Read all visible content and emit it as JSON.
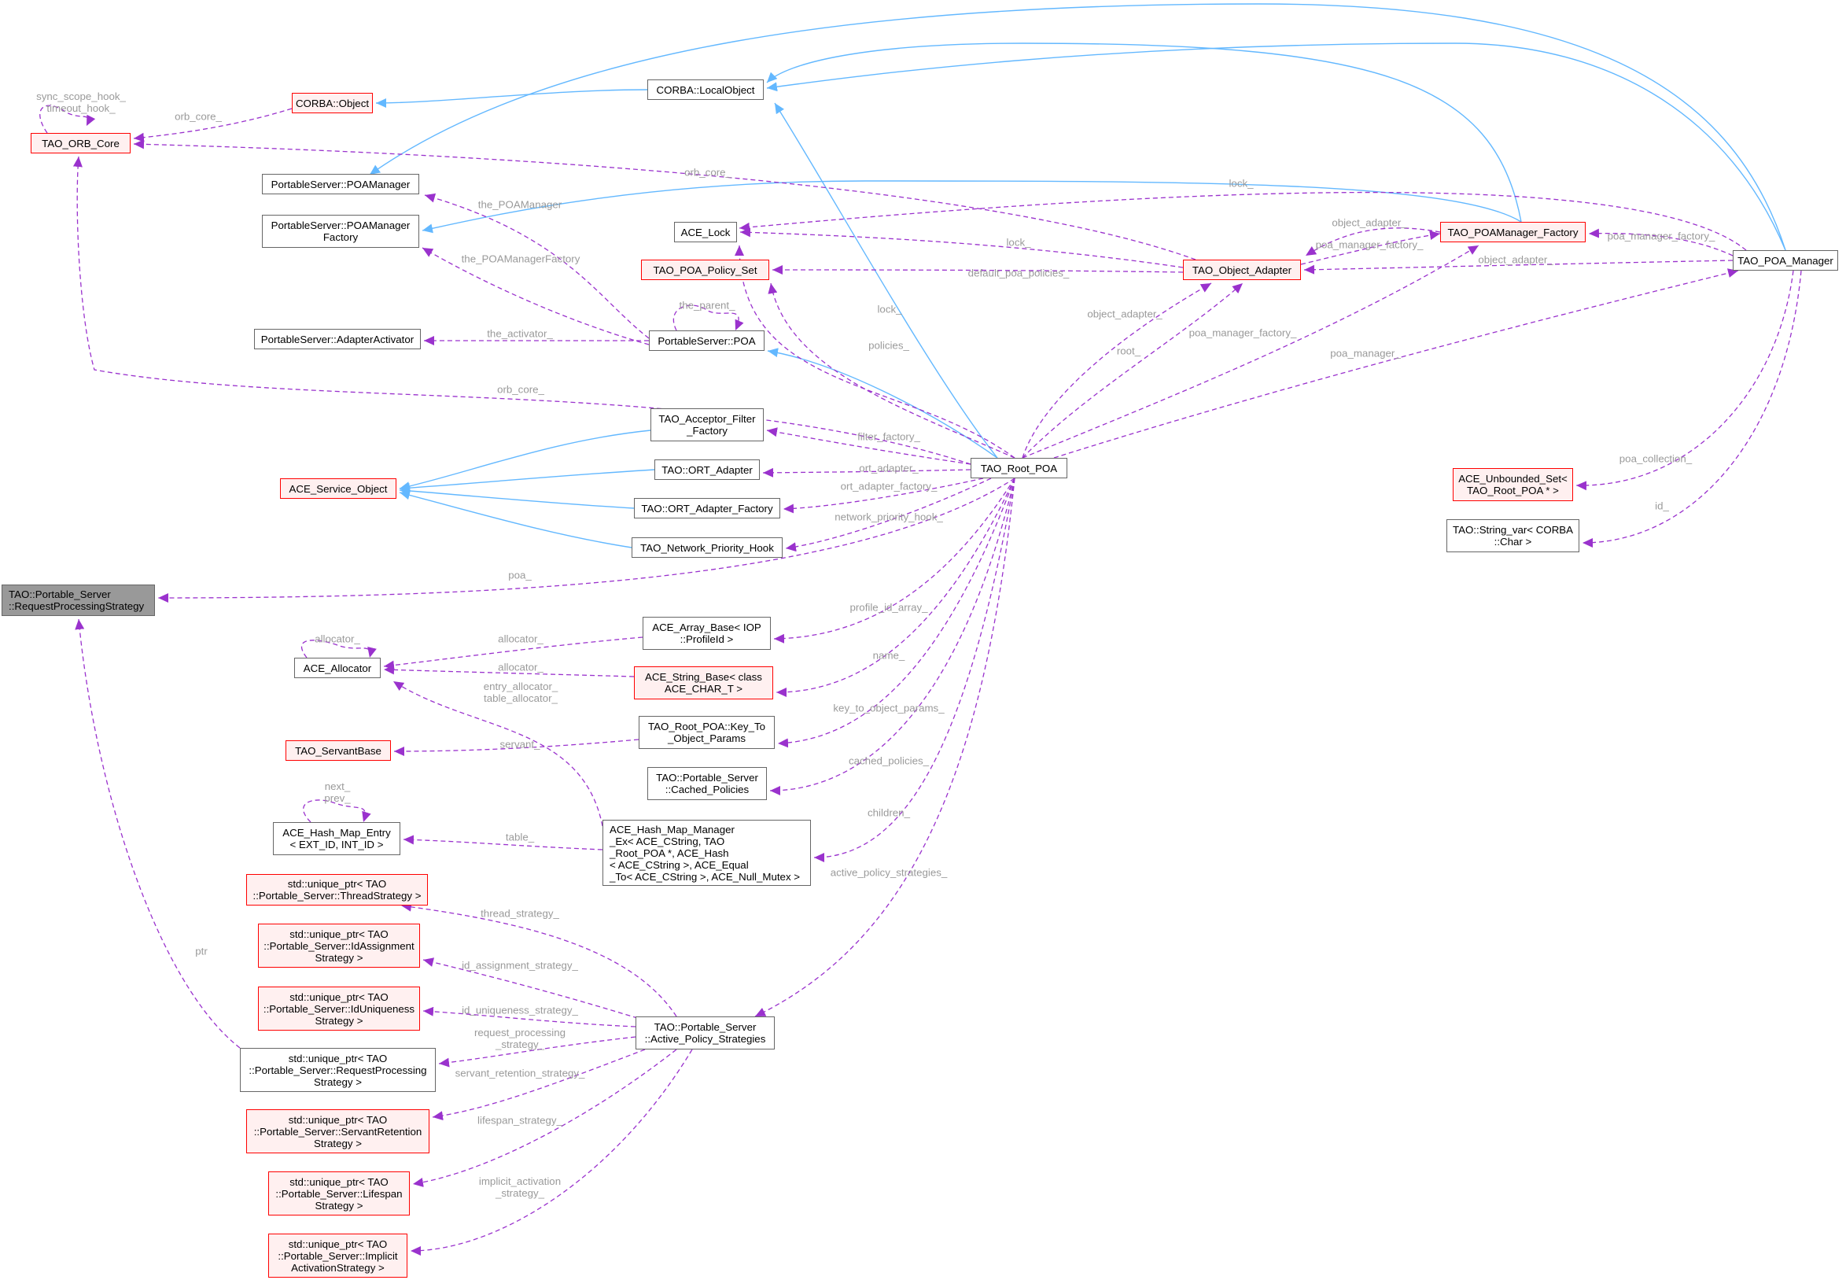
{
  "diagram": {
    "colors": {
      "inheritance_edge": "#63b8ff",
      "usage_edge": "#9a32cd",
      "node_border": "#666666",
      "node_border_incomplete": "#ff0000",
      "node_fill_incomplete": "#fff0f0",
      "node_fill_focus": "#999999",
      "edge_label": "#9a9a9a"
    },
    "nodes": {
      "rps": {
        "text": "TAO::Portable_Server\n::RequestProcessingStrategy",
        "style": "gray"
      },
      "orb": {
        "text": "TAO_ORB_Core",
        "style": "red"
      },
      "cobj": {
        "text": "CORBA::Object",
        "style": "red"
      },
      "lobj": {
        "text": "CORBA::LocalObject",
        "style": "normal"
      },
      "poam": {
        "text": "PortableServer::POAManager",
        "style": "normal"
      },
      "poamf": {
        "text": "PortableServer::POAManager\nFactory",
        "style": "normal"
      },
      "aact": {
        "text": "PortableServer::AdapterActivator",
        "style": "normal"
      },
      "acelock": {
        "text": "ACE_Lock",
        "style": "normal"
      },
      "pps": {
        "text": "TAO_POA_Policy_Set",
        "style": "red"
      },
      "poa": {
        "text": "PortableServer::POA",
        "style": "normal"
      },
      "taf": {
        "text": "TAO_Acceptor_Filter\n_Factory",
        "style": "normal"
      },
      "aso": {
        "text": "ACE_Service_Object",
        "style": "red"
      },
      "orta": {
        "text": "TAO::ORT_Adapter",
        "style": "normal"
      },
      "ortaf": {
        "text": "TAO::ORT_Adapter_Factory",
        "style": "normal"
      },
      "nph": {
        "text": "TAO_Network_Priority_Hook",
        "style": "normal"
      },
      "rootpoa": {
        "text": "TAO_Root_POA",
        "style": "normal"
      },
      "objad": {
        "text": "TAO_Object_Adapter",
        "style": "red"
      },
      "tpmf": {
        "text": "TAO_POAManager_Factory",
        "style": "red"
      },
      "tpm": {
        "text": "TAO_POA_Manager",
        "style": "normal"
      },
      "aus": {
        "text": "ACE_Unbounded_Set<\nTAO_Root_POA * >",
        "style": "red"
      },
      "strvar": {
        "text": "TAO::String_var< CORBA\n::Char >",
        "style": "normal"
      },
      "arrb": {
        "text": "ACE_Array_Base< IOP\n::ProfileId >",
        "style": "normal"
      },
      "alloc": {
        "text": "ACE_Allocator",
        "style": "normal"
      },
      "strb": {
        "text": "ACE_String_Base< class\nACE_CHAR_T >",
        "style": "red"
      },
      "ktop": {
        "text": "TAO_Root_POA::Key_To\n_Object_Params",
        "style": "normal"
      },
      "sbase": {
        "text": "TAO_ServantBase",
        "style": "red"
      },
      "cachedp": {
        "text": "TAO::Portable_Server\n::Cached_Policies",
        "style": "normal"
      },
      "hme": {
        "text": "ACE_Hash_Map_Entry\n< EXT_ID, INT_ID >",
        "style": "normal"
      },
      "hmm": {
        "text": "ACE_Hash_Map_Manager\n_Ex< ACE_CString, TAO\n_Root_POA *, ACE_Hash\n< ACE_CString >, ACE_Equal\n_To< ACE_CString >, ACE_Null_Mutex >",
        "style": "normal"
      },
      "upts": {
        "text": "std::unique_ptr< TAO\n::Portable_Server::ThreadStrategy >",
        "style": "red"
      },
      "upida": {
        "text": "std::unique_ptr< TAO\n::Portable_Server::IdAssignment\nStrategy >",
        "style": "red"
      },
      "upidu": {
        "text": "std::unique_ptr< TAO\n::Portable_Server::IdUniqueness\nStrategy >",
        "style": "red"
      },
      "uprp": {
        "text": "std::unique_ptr< TAO\n::Portable_Server::RequestProcessing\nStrategy >",
        "style": "normal"
      },
      "apst": {
        "text": "TAO::Portable_Server\n::Active_Policy_Strategies",
        "style": "normal"
      },
      "upsr": {
        "text": "std::unique_ptr< TAO\n::Portable_Server::ServantRetention\nStrategy >",
        "style": "red"
      },
      "upls": {
        "text": "std::unique_ptr< TAO\n::Portable_Server::Lifespan\nStrategy >",
        "style": "red"
      },
      "upia": {
        "text": "std::unique_ptr< TAO\n::Portable_Server::Implicit\nActivationStrategy >",
        "style": "red"
      }
    },
    "edge_labels": [
      "sync_scope_hook_\ntimeout_hook_",
      "orb_core_",
      "orb_core_",
      "lock_",
      "the_POAManager",
      "object_adapter_",
      "poa_manager_factory_",
      "the_POAManagerFactory",
      "lock_",
      "default_poa_policies_",
      "object_adapter_",
      "poa_manager_factory_",
      "the_parent_",
      "lock_",
      "object_adapter_",
      "the_activator_",
      "policies_",
      "root_",
      "poa_manager_factory_",
      "poa_manager_",
      "orb_core_",
      "filter_factory_",
      "ort_adapter_",
      "ort_adapter_factory_",
      "network_priority_hook_",
      "poa_collection_",
      "id_",
      "poa_",
      "profile_id_array_",
      "allocator_",
      "allocator_",
      "allocator_",
      "entry_allocator_\ntable_allocator_",
      "name_",
      "servant_",
      "key_to_object_params_",
      "cached_policies_",
      "next_\nprev_",
      "table_",
      "children_",
      "active_policy_strategies_",
      "thread_strategy_",
      "ptr",
      "id_assignment_strategy_",
      "id_uniqueness_strategy_",
      "request_processing\n_strategy_",
      "servant_retention_strategy_",
      "lifespan_strategy_",
      "implicit_activation\n_strategy_"
    ]
  }
}
